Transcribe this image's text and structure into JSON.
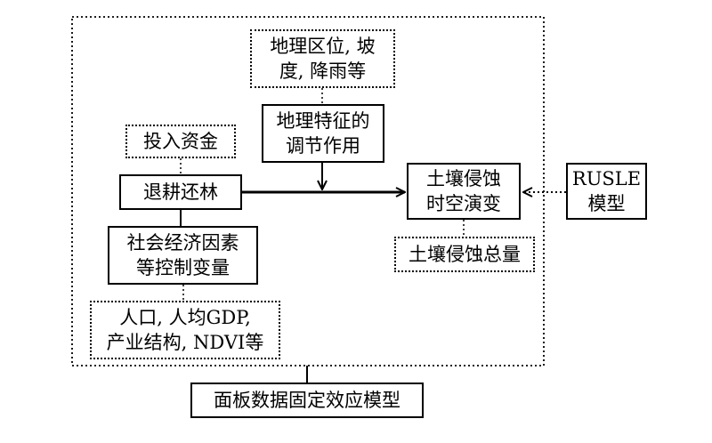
{
  "nodes": {
    "geo_location": {
      "lines": [
        "地理区位, 坡",
        "度, 降雨等"
      ]
    },
    "geo_feature": {
      "lines": [
        "地理特征的",
        "调节作用"
      ]
    },
    "investment": {
      "lines": [
        "投入资金"
      ]
    },
    "grain_to_green": {
      "lines": [
        "退耕还林"
      ]
    },
    "socioeconomic": {
      "lines": [
        "社会经济因素",
        "等控制变量"
      ]
    },
    "population": {
      "lines": [
        "人口, 人均GDP,",
        "产业结构, NDVI等"
      ]
    },
    "soil_erosion": {
      "lines": [
        "土壤侵蚀",
        "时空演变"
      ]
    },
    "erosion_total": {
      "lines": [
        "土壤侵蚀总量"
      ]
    },
    "rusle": {
      "lines": [
        "RUSLE",
        "模型"
      ]
    },
    "panel_model": {
      "lines": [
        "面板数据固定效应模型"
      ]
    }
  },
  "colors": {
    "stroke": "#000000",
    "background": "#ffffff"
  }
}
